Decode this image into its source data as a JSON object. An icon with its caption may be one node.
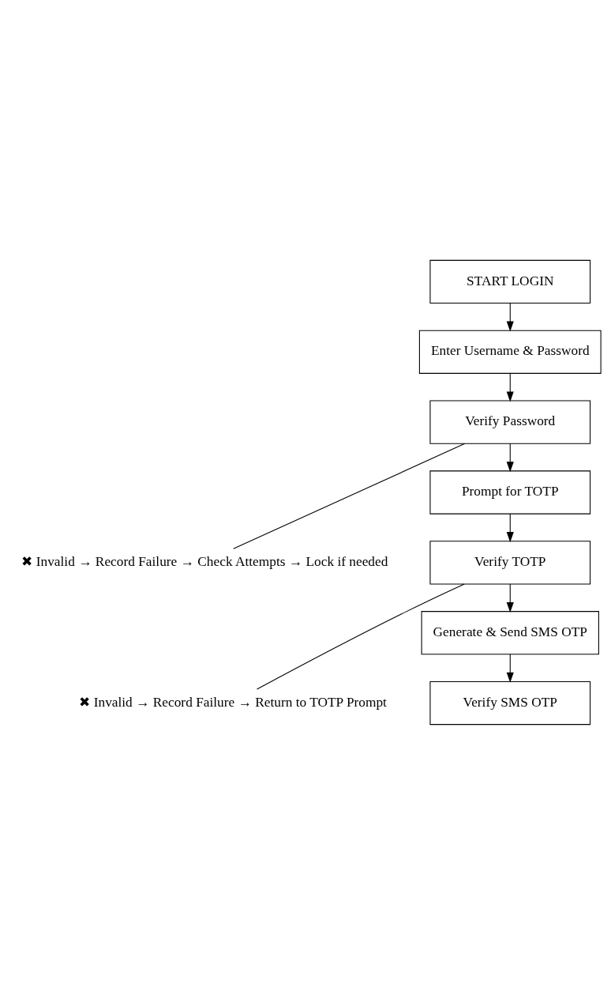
{
  "diagram": {
    "nodes": [
      {
        "text": [
          "START LOGIN"
        ]
      },
      {
        "text": [
          "Enter Username & Password"
        ]
      },
      {
        "text": [
          "Verify Password"
        ]
      },
      {
        "text": [
          "✖ Invalid → Record Failure → Check Attempts → Lock if needed"
        ]
      },
      {
        "text": [
          "Prompt for TOTP"
        ]
      },
      {
        "text": [
          "Verify TOTP"
        ]
      },
      {
        "text": [
          "✖ Invalid → Record Failure → Return to TOTP Prompt"
        ]
      },
      {
        "text": [
          "Generate & Send SMS OTP"
        ]
      },
      {
        "text": [
          "Verify SMS OTP"
        ]
      }
    ],
    "edges": [
      {
        "from": 0,
        "to": 1,
        "arrow": "to"
      },
      {
        "from": 1,
        "to": 2,
        "arrow": "to"
      },
      {
        "from": 2,
        "to": 3,
        "arrow": "none"
      },
      {
        "from": 2,
        "to": 4,
        "arrow": "to"
      },
      {
        "from": 4,
        "to": 5,
        "arrow": "to"
      },
      {
        "from": 5,
        "to": 6,
        "arrow": "none"
      },
      {
        "from": 5,
        "to": 7,
        "arrow": "to"
      },
      {
        "from": 7,
        "to": 8,
        "arrow": "to"
      }
    ]
  }
}
